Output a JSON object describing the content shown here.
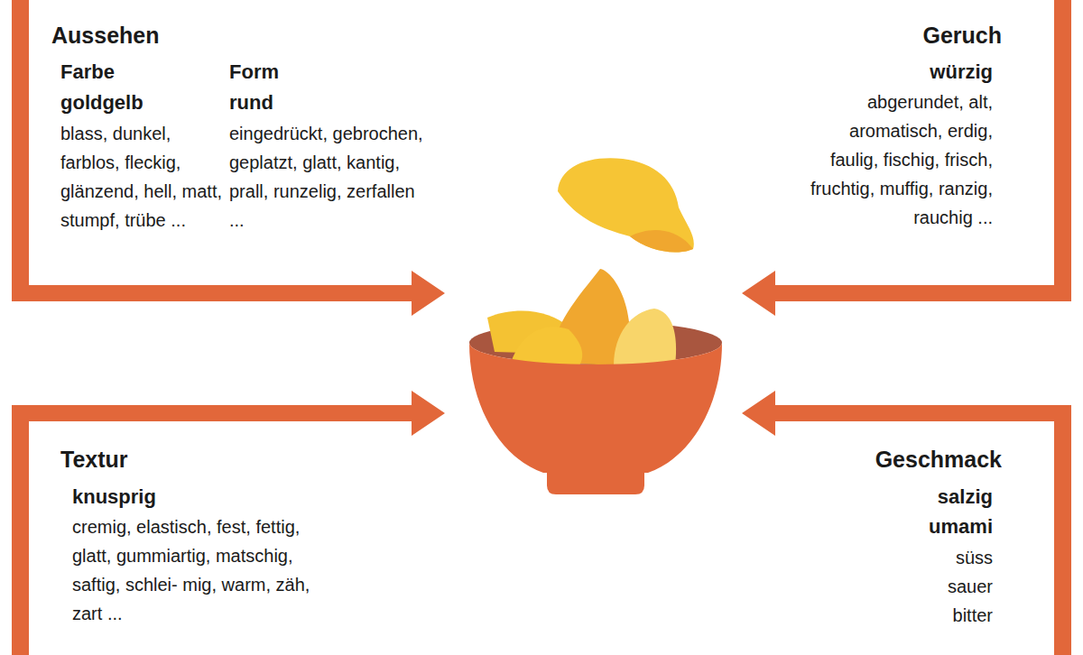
{
  "diagram": {
    "labels": [
      "Aussehen",
      "Farbe",
      "goldgelb",
      "blass, dunkel, farblos, fleckig, glänzend, hell, matt, stumpf, trübe ...",
      "Form",
      "rund",
      "eingedrückt, gebrochen, geplatzt, glatt, kantig, prall, runzelig, zerfallen ...",
      "Geruch",
      "würzig",
      "abgerundet, alt, aromatisch, erdig, faulig, fischig, frisch, fruchtig, muffig, ranzig, rauchig ...",
      "Textur",
      "knusprig",
      "cremig, elastisch, fest, fettig, glatt, gummiartig, matschig, saftig, schlei- mig, warm, zäh, zart ...",
      "Geschmack",
      "salzig",
      "umami",
      "süss",
      "sauer",
      "bitter"
    ]
  }
}
